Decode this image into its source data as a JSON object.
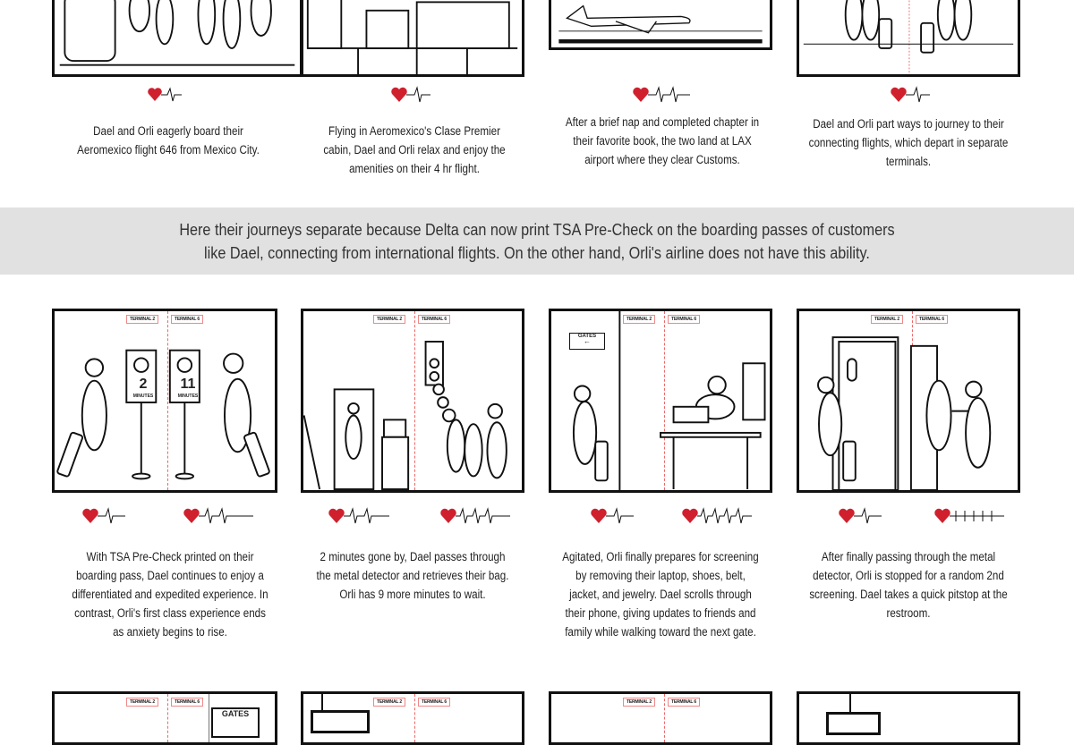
{
  "colors": {
    "heart": "#d0202e",
    "terminal_border": "#e88888",
    "banner_bg": "#e1e1e1"
  },
  "row1": [
    {
      "caption": "Dael and Orli eagerly board their Aeromexico flight 646 from Mexico City.",
      "scene": "boarding",
      "hearts": [
        {
          "beats": 1
        }
      ]
    },
    {
      "caption": "Flying in Aeromexico's Clase Premier cabin, Dael and Orli relax and enjoy the amenities on their 4 hr flight.",
      "scene": "cabin",
      "hearts": [
        {
          "beats": 1
        }
      ]
    },
    {
      "caption": "After a brief nap and completed chapter in their favorite book, the two land at LAX airport where they clear Customs.",
      "scene": "airplane",
      "hearts": [
        {
          "beats": 2
        }
      ]
    },
    {
      "caption": "Dael and Orli part ways to journey to their connecting flights, which depart in separate terminals.",
      "scene": "parting",
      "hearts": [
        {
          "beats": 1
        }
      ]
    }
  ],
  "banner": {
    "text": "Here their journeys separate because Delta can now print TSA Pre-Check on the boarding passes of customers like Dael, connecting from international flights. On the other hand, Orli's airline does not have this ability."
  },
  "terminals": {
    "left": "TERMINAL 2",
    "right": "TERMINAL 6"
  },
  "row2": [
    {
      "caption": "With TSA Pre-Check printed on their boarding pass, Dael continues to enjoy a differentiated and expedited experience. In contrast, Orli's first class experience ends as anxiety begins to rise.",
      "scene": "wait-signs",
      "signs": [
        {
          "value": "2",
          "unit": "MINUTES"
        },
        {
          "value": "11",
          "unit": "MINUTES"
        }
      ],
      "hearts": [
        {
          "beats": 1
        },
        {
          "beats": 2
        }
      ]
    },
    {
      "caption": "2 minutes gone by, Dael passes through the metal detector and retrieves their bag. Orli has 9 more minutes to wait.",
      "scene": "security-line",
      "hearts": [
        {
          "beats": 2
        },
        {
          "beats": 3
        }
      ]
    },
    {
      "caption": "Agitated, Orli finally prepares for screening by removing their laptop, shoes, belt, jacket, and jewelry. Dael scrolls through their phone, giving updates to friends and family while walking toward the next gate.",
      "scene": "screening",
      "gates_sign": "GATES",
      "hearts": [
        {
          "beats": 1
        },
        {
          "beats": 4
        }
      ]
    },
    {
      "caption": "After finally passing through the metal detector, Orli is stopped for a random 2nd screening. Dael takes a quick pitstop at the restroom.",
      "scene": "second-screening",
      "hearts": [
        {
          "beats": 1
        },
        {
          "beats": 5
        }
      ]
    }
  ],
  "row3": [
    {
      "sign": "GATES"
    },
    {},
    {},
    {}
  ]
}
